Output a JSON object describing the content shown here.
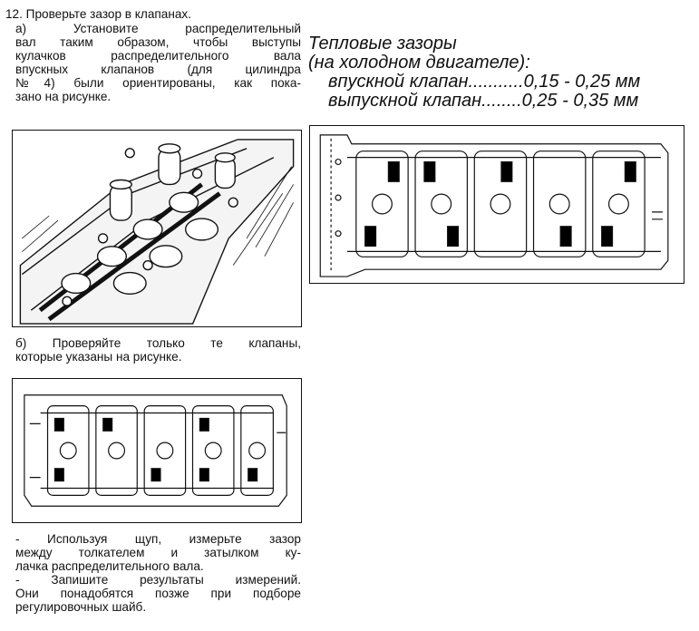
{
  "step": {
    "title": "12. Проверьте зазор в клапанах."
  },
  "para_a": {
    "lines": [
      "а)  Установите  распределительный",
      "вал  таким  образом,  чтобы  выступы",
      "кулачков  распределительного  вала",
      "впускных  клапанов  (для  цилиндра",
      "№4) были ориентированы, как пока-",
      "зано на рисунке."
    ]
  },
  "para_b": {
    "lines": [
      "б)  Проверяйте  только  те  клапаны,",
      "которые указаны на рисунке."
    ]
  },
  "para_c": {
    "lines": [
      "-  Используя  щуп,  измерьте  зазор",
      "между  толкателем  и  затылком  ку-",
      "лачка распределительного вала.",
      "-  Запишите  результаты  измерений.",
      "Они понадобятся позже при подборе",
      "регулировочных шайб."
    ]
  },
  "clearance": {
    "title": "Тепловые зазоры",
    "subtitle": "(на холодном двигателе):",
    "intake_label": "впускной клапан",
    "intake_dots": "...........",
    "intake_value": "0,15 - 0,25 мм",
    "exhaust_label": "выпускной клапан",
    "exhaust_dots": "........",
    "exhaust_value": "0,25 - 0,35 мм"
  },
  "figures": {
    "fig1_icon": "camshaft-perspective-drawing",
    "fig2_icon": "cylinder-head-top-view-drawing",
    "fig3_icon": "cylinder-head-top-view-drawing",
    "ink_color": "#111111",
    "highlight_color": "#000000"
  }
}
